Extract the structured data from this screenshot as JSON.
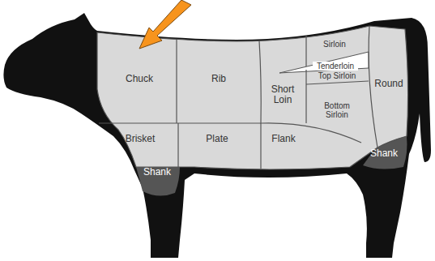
{
  "diagram": {
    "labels": [
      "Chuck",
      "Rib",
      "Short Loin",
      "Sirloin",
      "Tenderloin",
      "Top Sirloin",
      "Round",
      "Bottom Sirloin",
      "Brisket",
      "Plate",
      "Flank",
      "Shank",
      "Shank"
    ]
  }
}
